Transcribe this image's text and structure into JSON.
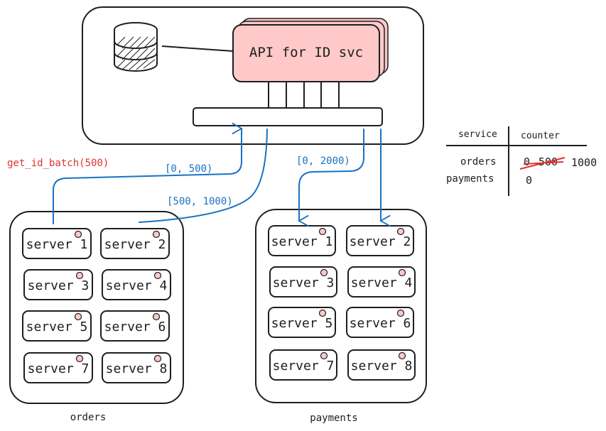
{
  "api": {
    "label": "API for ID svc"
  },
  "calls": {
    "get_id_batch": "get_id_batch(500)",
    "orders_batch_1": "[0, 500)",
    "orders_batch_2": "[500, 1000)",
    "payments_batch_1": "[0, 2000)"
  },
  "groups": [
    {
      "id": "orders",
      "label": "orders",
      "servers": [
        "server 1",
        "server 2",
        "server 3",
        "server 4",
        "server 5",
        "server 6",
        "server 7",
        "server 8"
      ]
    },
    {
      "id": "payments",
      "label": "payments",
      "servers": [
        "server 1",
        "server 2",
        "server 3",
        "server 4",
        "server 5",
        "server 6",
        "server 7",
        "server 8"
      ]
    }
  ],
  "counter_table": {
    "headers": [
      "service",
      "counter"
    ],
    "rows": [
      {
        "service": "orders",
        "old_values": [
          "0",
          "500"
        ],
        "value": "1000"
      },
      {
        "service": "payments",
        "value": "0"
      }
    ]
  },
  "colors": {
    "api_fill": "#ffc9c9",
    "arrow": "#1971c2",
    "accent_red": "#e03131",
    "dot_fill": "#ffc9c9"
  }
}
